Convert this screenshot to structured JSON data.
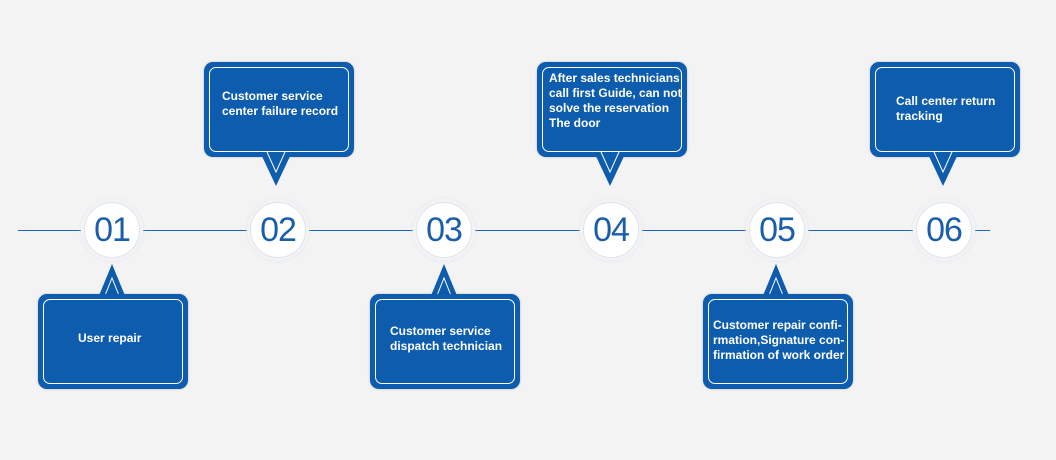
{
  "diagram": {
    "colors": {
      "accent": "#0d5cad",
      "number": "#1a5daa",
      "line": "#1c64b4",
      "background": "#f3f3f4"
    },
    "steps": [
      {
        "number": "01",
        "text": "User repair"
      },
      {
        "number": "02",
        "text": "Customer service\ncenter failure record"
      },
      {
        "number": "03",
        "text": "Customer service\ndispatch technician"
      },
      {
        "number": "04",
        "text": "After sales technicians\ncall first Guide, can not\nsolve the reservation\nThe door"
      },
      {
        "number": "05",
        "text": "Customer repair confi-\nrmation,Signature con-\nfirmation of work order"
      },
      {
        "number": "06",
        "text": "Call center return\ntracking"
      }
    ]
  }
}
